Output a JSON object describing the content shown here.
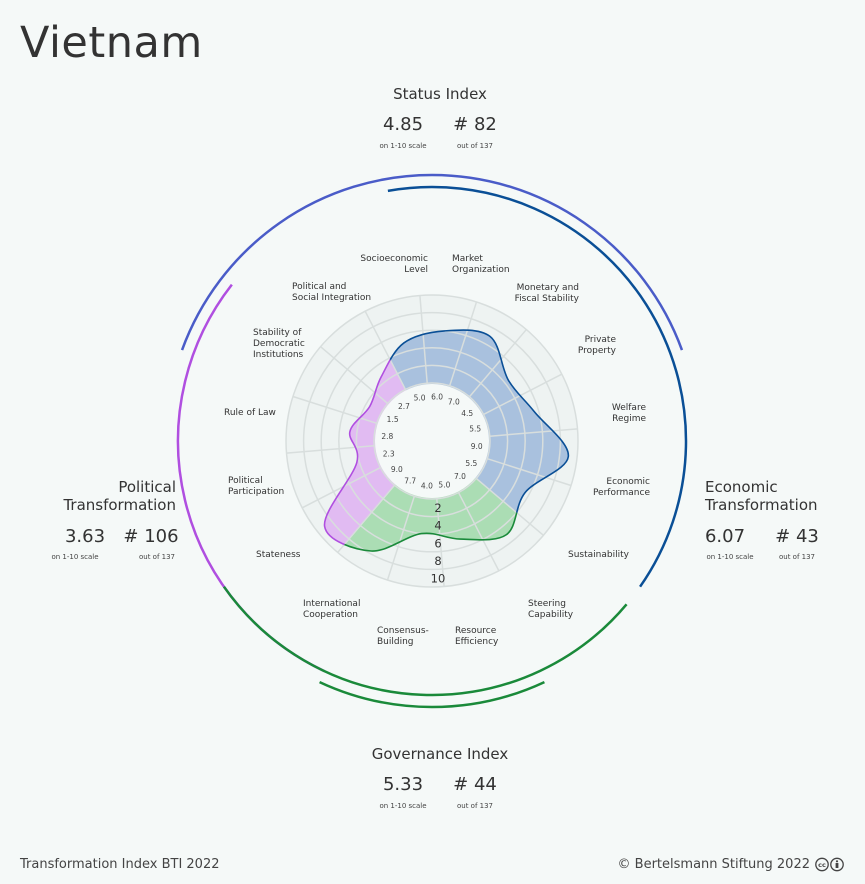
{
  "page": {
    "title": "Vietnam",
    "footer_left": "Transformation Index BTI 2022",
    "footer_right": "© Bertelsmann Stiftung 2022",
    "cc_icon": "creative-commons-icon"
  },
  "indices": {
    "status": {
      "name": "Status Index",
      "score": "4.85",
      "score_note": "on 1-10 scale",
      "rank": "# 82",
      "rank_note": "out of 137"
    },
    "political": {
      "name_line1": "Political",
      "name_line2": "Transformation",
      "score": "3.63",
      "score_note": "on 1-10 scale",
      "rank": "# 106",
      "rank_note": "out of 137"
    },
    "economic": {
      "name_line1": "Economic",
      "name_line2": "Transformation",
      "score": "6.07",
      "score_note": "on 1-10 scale",
      "rank": "# 43",
      "rank_note": "out of 137"
    },
    "governance": {
      "name": "Governance Index",
      "score": "5.33",
      "score_note": "on 1-10 scale",
      "rank": "# 44",
      "rank_note": "out of 137"
    }
  },
  "chart_data": {
    "type": "radar",
    "scale": [
      0,
      10
    ],
    "ring_ticks": [
      "2",
      "4",
      "6",
      "8",
      "10"
    ],
    "colors": {
      "political": "#b04fe0",
      "economic": "#0a4f96",
      "governance": "#1a8a3a",
      "status": "#4a5cc8"
    },
    "axes": [
      {
        "label": "Market Organization",
        "value": 6.0,
        "value_label": "6.0",
        "group": "economic"
      },
      {
        "label": "Monetary and Fiscal Stability",
        "value": 7.0,
        "value_label": "7.0",
        "group": "economic"
      },
      {
        "label": "Private Property",
        "value": 4.5,
        "value_label": "4.5",
        "group": "economic"
      },
      {
        "label": "Welfare Regime",
        "value": 5.5,
        "value_label": "5.5",
        "group": "economic"
      },
      {
        "label": "Economic Performance",
        "value": 9.0,
        "value_label": "9.0",
        "group": "economic"
      },
      {
        "label": "Sustainability",
        "value": 5.5,
        "value_label": "5.5",
        "group": "economic"
      },
      {
        "label": "Steering Capability",
        "value": 7.0,
        "value_label": "7.0",
        "group": "governance"
      },
      {
        "label": "Resource Efficiency",
        "value": 5.0,
        "value_label": "5.0",
        "group": "governance"
      },
      {
        "label": "Consensus-Building",
        "value": 4.0,
        "value_label": "4.0",
        "group": "governance"
      },
      {
        "label": "International Cooperation",
        "value": 7.7,
        "value_label": "7.7",
        "group": "governance"
      },
      {
        "label": "Stateness",
        "value": 9.0,
        "value_label": "9.0",
        "group": "political"
      },
      {
        "label": "Political Participation",
        "value": 2.3,
        "value_label": "2.3",
        "group": "political"
      },
      {
        "label": "Rule of Law",
        "value": 2.8,
        "value_label": "2.8",
        "group": "political"
      },
      {
        "label": "Stability of Democratic Institutions",
        "value": 1.5,
        "value_label": "1.5",
        "group": "political"
      },
      {
        "label": "Political and Social Integration",
        "value": 2.7,
        "value_label": "2.7",
        "group": "political"
      },
      {
        "label": "Socioeconomic Level",
        "value": 5.0,
        "value_label": "5.0",
        "group": "economic"
      }
    ]
  }
}
